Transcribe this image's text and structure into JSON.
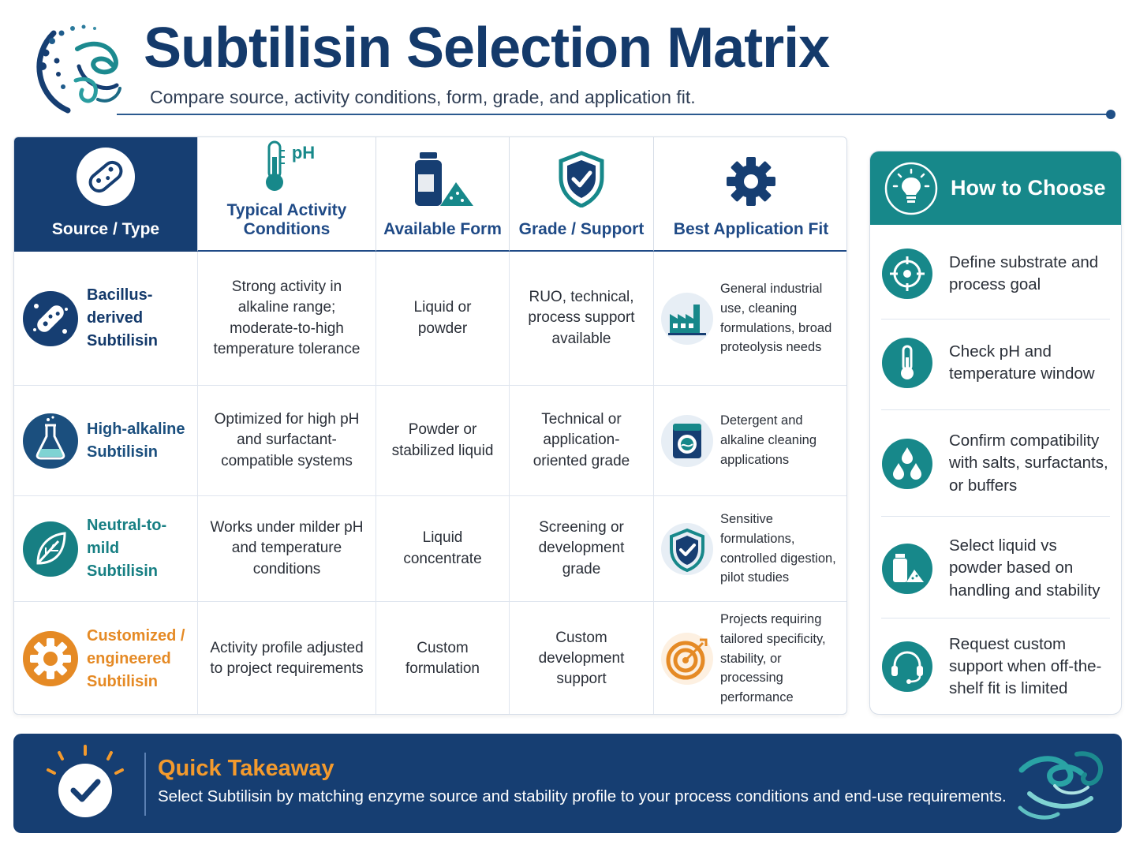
{
  "header": {
    "title": "Subtilisin Selection Matrix",
    "subtitle": "Compare source, activity conditions, form, grade, and application fit."
  },
  "matrix": {
    "columns": [
      {
        "label": "Source / Type",
        "icon": "bacteria-icon"
      },
      {
        "label_line1": "Typical Activity",
        "label_line2": "Conditions",
        "icon_tag": "pH",
        "icon": "thermometer-icon"
      },
      {
        "label": "Available Form",
        "icon": "bottle-powder-icon"
      },
      {
        "label": "Grade / Support",
        "icon": "shield-check-icon"
      },
      {
        "label": "Best Application Fit",
        "icon": "gear-icon"
      }
    ],
    "rows": [
      {
        "source_line1": "Bacillus-derived",
        "source_line2": "Subtilisin",
        "source_color": "#143a6b",
        "source_icon": "bacteria-icon",
        "conditions": "Strong activity in alkaline range; moderate-to-high temperature tolerance",
        "form": "Liquid or powder",
        "grade": "RUO, technical, process support available",
        "fit_icon": "factory-icon",
        "fit": "General industrial use, cleaning formulations, broad proteolysis needs"
      },
      {
        "source_line1": "High-alkaline",
        "source_line2": "Subtilisin",
        "source_color": "#1b4f7e",
        "source_icon": "flask-icon",
        "conditions": "Optimized for high pH and surfactant-compatible systems",
        "form": "Powder or stabilized liquid",
        "grade": "Technical or application-oriented grade",
        "fit_icon": "washing-machine-icon",
        "fit": "Detergent and alkaline cleaning applications"
      },
      {
        "source_line1": "Neutral-to-mild",
        "source_line2": "Subtilisin",
        "source_color": "#177f83",
        "source_icon": "leaf-icon",
        "conditions": "Works under milder pH and temperature conditions",
        "form": "Liquid concentrate",
        "grade": "Screening or development grade",
        "fit_icon": "shield-check-icon",
        "fit": "Sensitive formulations, controlled digestion, pilot studies"
      },
      {
        "source_line1": "Customized /",
        "source_line2": "engineered",
        "source_line3": "Subtilisin",
        "source_color": "#e58a25",
        "source_icon": "gear-icon",
        "conditions": "Activity profile adjusted to project requirements",
        "form": "Custom formulation",
        "grade": "Custom development support",
        "fit_icon": "target-icon",
        "fit": "Projects requiring tailored specificity, stability, or processing performance"
      }
    ]
  },
  "how_to_choose": {
    "title": "How to Choose",
    "icon": "lightbulb-icon",
    "steps": [
      {
        "text": "Define substrate and process goal",
        "icon": "crosshair-icon"
      },
      {
        "text": "Check pH and temperature window",
        "icon": "thermometer-icon"
      },
      {
        "text": "Confirm compatibility with salts, surfactants, or buffers",
        "icon": "droplets-icon"
      },
      {
        "text": "Select liquid vs powder based on handling and stability",
        "icon": "bottle-powder-icon"
      },
      {
        "text": "Request custom support when off-the-shelf fit is limited",
        "icon": "headset-icon"
      }
    ]
  },
  "takeaway": {
    "title": "Quick Takeaway",
    "text": "Select Subtilisin by matching enzyme source and stability profile to your process conditions and end-use requirements.",
    "icon": "check-badge-icon"
  },
  "colors": {
    "navy": "#163e72",
    "teal": "#17888a",
    "orange": "#f39a2d"
  }
}
